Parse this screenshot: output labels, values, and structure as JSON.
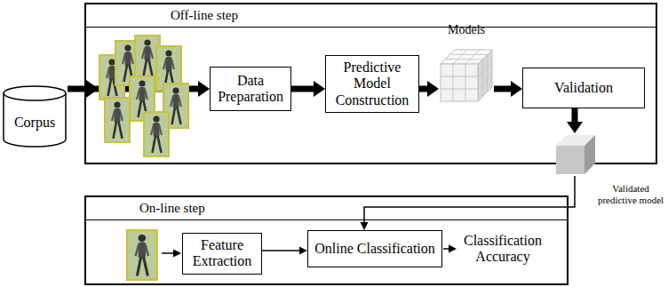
{
  "diagram": {
    "nodes": [
      {
        "text": [
          "Off-line step"
        ]
      },
      {
        "text": [
          "Corpus"
        ]
      },
      {
        "text": [
          "Data Preparation"
        ],
        "in": 0
      },
      {
        "text": [
          "Predictive Model Construction"
        ],
        "in": 0
      },
      {
        "text": [
          "Models"
        ],
        "in": 0
      },
      {
        "text": [
          "Validation"
        ],
        "in": 0
      },
      {
        "text": [
          "Validated predictive model"
        ]
      },
      {
        "text": [
          "On-line step"
        ]
      },
      {
        "text": [
          "Feature Extraction"
        ],
        "in": 7
      },
      {
        "text": [
          "Online Classification"
        ],
        "in": 7
      }
    ],
    "edges": [
      {
        "from": 1,
        "to": 2,
        "arrow": "to"
      },
      {
        "from": 2,
        "to": 3,
        "arrow": "to"
      },
      {
        "from": 3,
        "to": 4,
        "arrow": "to"
      },
      {
        "from": 4,
        "to": 5,
        "arrow": "to"
      },
      {
        "from": 5,
        "to": 6,
        "arrow": "to"
      },
      {
        "from": 6,
        "to": 9,
        "arrow": "to"
      },
      {
        "from": 8,
        "to": 9,
        "arrow": "to"
      }
    ],
    "labels": [
      "Classification Accuracy"
    ]
  }
}
